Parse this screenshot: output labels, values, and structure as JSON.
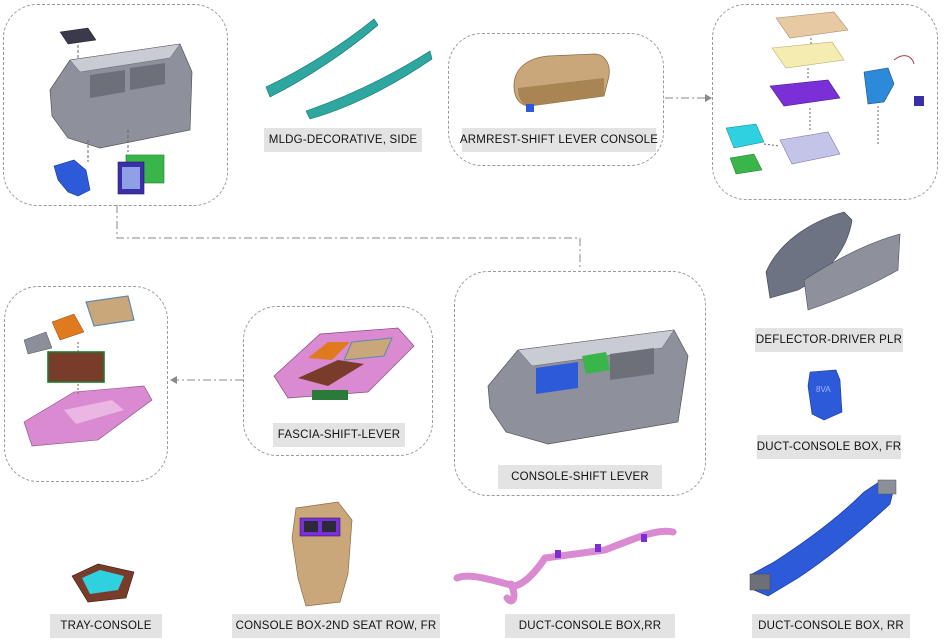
{
  "labels": {
    "mldg_decorative_side": "MLDG-DECORATIVE, SIDE",
    "armrest_shift_lever_console": "ARMREST-SHIFT LEVER CONSOLE",
    "deflector_driver_plr": "DEFLECTOR-DRIVER  PLR",
    "duct_console_box_fr": "DUCT-CONSOLE BOX, FR",
    "fascia_shift_lever": "FASCIA-SHIFT-LEVER",
    "console_shift_lever": "CONSOLE-SHIFT LEVER",
    "tray_console": "TRAY-CONSOLE",
    "console_box_2nd_seat_row_fr": "CONSOLE BOX-2ND SEAT ROW, FR",
    "duct_console_box_rr_small": "DUCT-CONSOLE BOX,RR",
    "duct_console_box_rr": "DUCT-CONSOLE BOX, RR"
  },
  "part_marks": {
    "duct_fr_marking": "8VA"
  },
  "colors": {
    "teal": "#2ea7a0",
    "tan": "#c9a77a",
    "purple": "#7b2fd6",
    "pink": "#d98ad0",
    "blue": "#2d5ad8",
    "gray": "#8c8f99",
    "green": "#3ab54a",
    "orange": "#e07a1e",
    "cyan": "#2fd0e0",
    "maroon": "#7a3c2a",
    "label_bg": "#e3e3e3",
    "dashed_border": "#9a9a9a"
  }
}
